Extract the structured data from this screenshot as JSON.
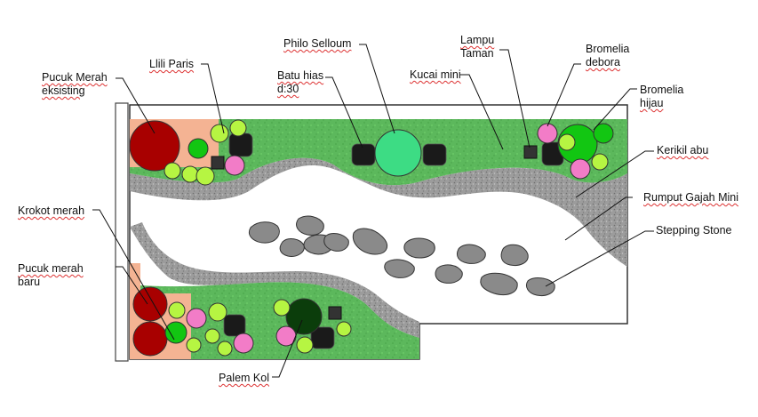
{
  "labels": {
    "pucuk_merah_eksisting": [
      "Pucuk Merah",
      "eksisting"
    ],
    "lili_paris": [
      "Llili Paris"
    ],
    "philo_selloum": [
      "Philo Selloum"
    ],
    "batu_hias": [
      "Batu hias",
      "d:30"
    ],
    "kucai_mini": [
      "Kucai mini"
    ],
    "lampu_taman": [
      "Lampu",
      "Taman"
    ],
    "bromelia_debora": [
      "Bromelia",
      "debora"
    ],
    "bromelia_hijau": [
      "Bromelia",
      "hijau"
    ],
    "kerikil_abu": [
      "Kerikil abu"
    ],
    "rumput_gajah_mini": [
      "Rumput Gajah Mini"
    ],
    "stepping_stone": [
      "Stepping Stone"
    ],
    "krokot_merah": [
      "Krokot merah"
    ],
    "pucuk_merah_baru": [
      "Pucuk merah",
      "baru"
    ],
    "palem_kol": [
      "Palem Kol"
    ]
  },
  "colors": {
    "grass": "#5cb85c",
    "gravel": "#9c9c9c",
    "stone": "#8a8a8a",
    "pucuk_merah": "#a80000",
    "krokot_bed": "#f4b393",
    "pink_flower": "#f27cc7",
    "lime_flower": "#b6f542",
    "green_bromelia": "#12c612",
    "philo": "#3ddc84",
    "palem": "#0b3d0b",
    "batu": "#222222"
  }
}
